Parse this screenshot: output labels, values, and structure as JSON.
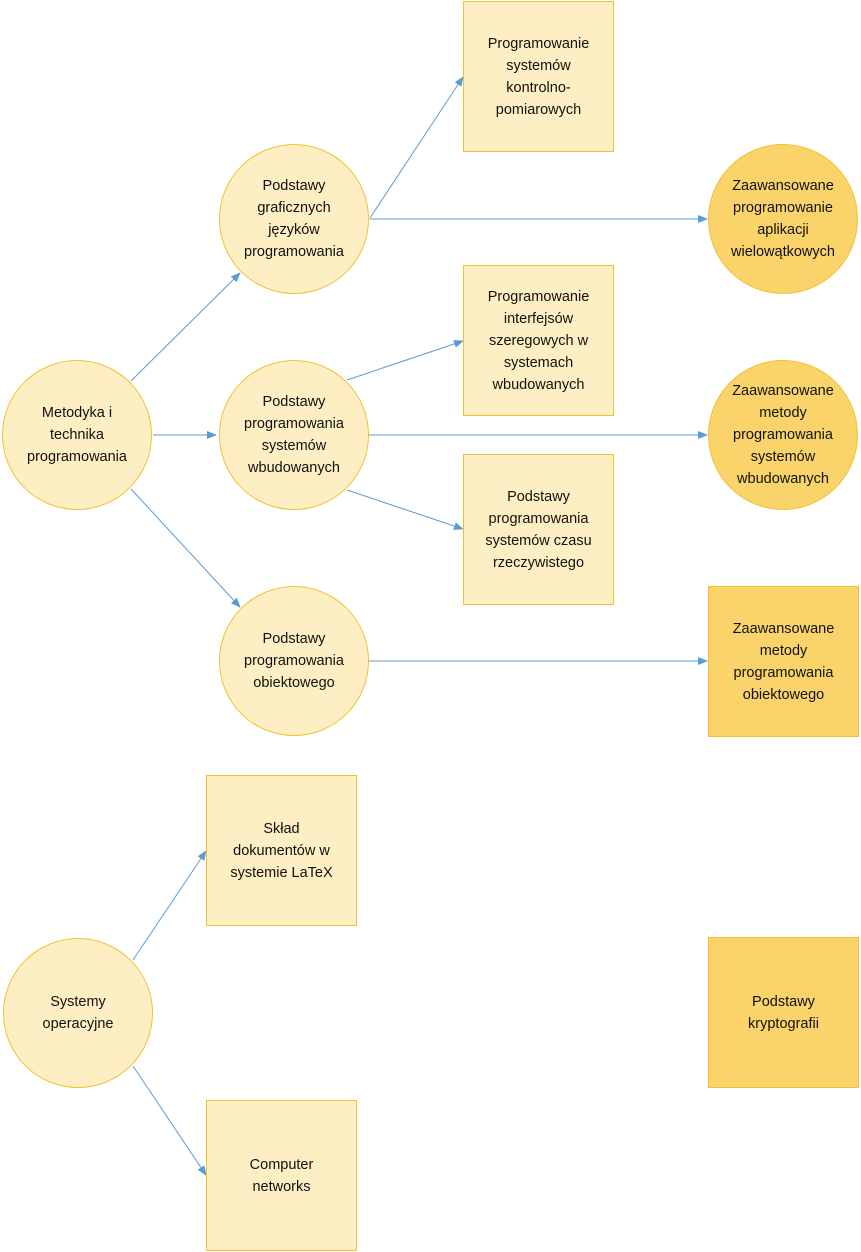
{
  "colors": {
    "light_fill": "#fdefc3",
    "dark_fill": "#fad46a",
    "node_border": "#f0c232",
    "arrow": "#5b9bd5"
  },
  "nodes": {
    "metodyka": "Metodyka i\ntechnika\nprogramowania",
    "graficzne": "Podstawy\ngraficznych\njęzyków\nprogramowania",
    "wbudowane": "Podstawy\nprogramowania\nsystemów\nwbudowanych",
    "obiektowe": "Podstawy\nprogramowania\nobiektowego",
    "kontrolno": "Programowanie\nsystemów\nkontrolno-\npomiarowych",
    "interfejsy": "Programowanie\ninterfejsów\nszeregowych w\nsystemach\nwbudowanych",
    "czas": "Podstawy\nprogramowania\nsystemów czasu\nrzeczywistego",
    "wielowatkowe": "Zaawansowane\nprogramowanie\naplikacji\nwielowątkowych",
    "zaaw_wbudowane": "Zaawansowane\nmetody\nprogramowania\nsystemów\nwbudowanych",
    "zaaw_obiektowe": "Zaawansowane\nmetody\nprogramowania\nobiektowego",
    "latex": "Skład\ndokumentów w\nsystemie LaTeX",
    "systemy": "Systemy\noperacyjne",
    "networks": "Computer\nnetworks",
    "kryptografia": "Podstawy\nkryptografii"
  }
}
